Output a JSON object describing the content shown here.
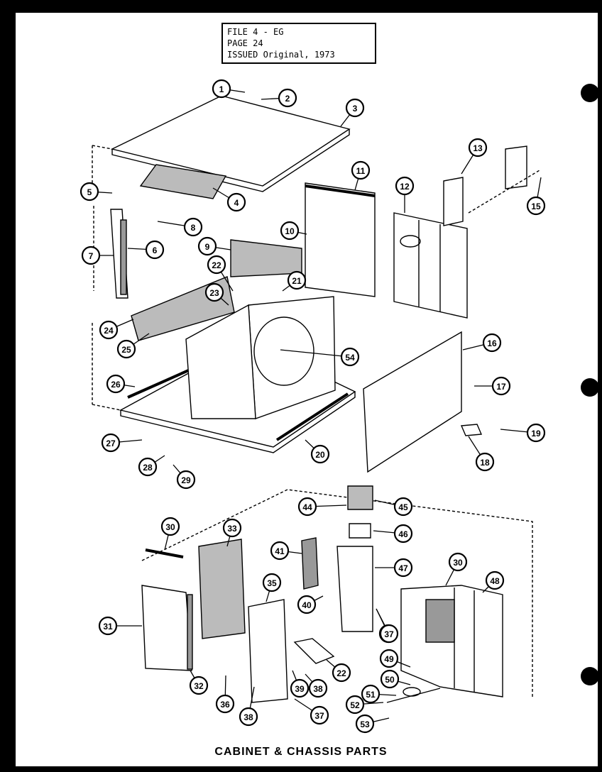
{
  "header": {
    "file_line": "FILE  4 - EG",
    "page_line": "PAGE  24",
    "issued_line": "ISSUED Original, 1973"
  },
  "caption": "CABINET & CHASSIS PARTS",
  "callouts": [
    "1",
    "2",
    "3",
    "4",
    "5",
    "6",
    "7",
    "8",
    "9",
    "10",
    "11",
    "12",
    "13",
    "15",
    "16",
    "17",
    "18",
    "19",
    "20",
    "21",
    "22",
    "23",
    "24",
    "25",
    "26",
    "27",
    "28",
    "29",
    "54",
    "30",
    "31",
    "32",
    "33",
    "35",
    "36",
    "37",
    "38",
    "39",
    "40",
    "41",
    "44",
    "45",
    "46",
    "47",
    "48",
    "49",
    "50",
    "51",
    "52",
    "53"
  ]
}
